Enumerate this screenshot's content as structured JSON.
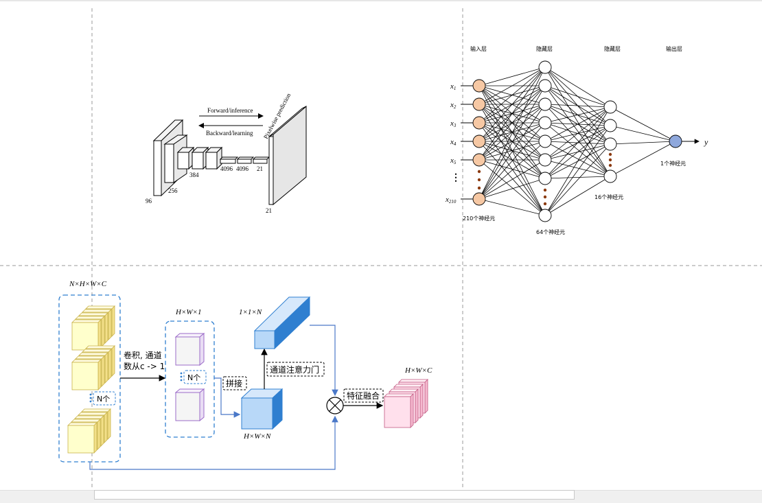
{
  "fcn": {
    "forward_label": "Forward/inference",
    "backward_label": "Backward/learning",
    "pixelwise_label": "Pixelwise prediction",
    "labels": [
      "96",
      "256",
      "384",
      "4096",
      "4096",
      "21",
      "21"
    ]
  },
  "mlp": {
    "layer_titles": [
      "输入层",
      "隐藏层",
      "隐藏层",
      "输出层"
    ],
    "input_labels": [
      "x",
      "x",
      "x",
      "x",
      "x",
      "x"
    ],
    "input_subscripts": [
      "1",
      "2",
      "3",
      "4",
      "5",
      "210"
    ],
    "input_dots": "⋮",
    "output_label": "y",
    "counts": {
      "input": "210个神经元",
      "hidden1": "64个神经元",
      "hidden2": "16个神经元",
      "output": "1个神经元"
    }
  },
  "attention": {
    "dim_nhwc": "N×H×W×C",
    "dim_hw1": "H×W×1",
    "dim_11n": "1×1×N",
    "dim_hwn": "H×W×N",
    "dim_hwc": "H×W×C",
    "conv_label_line1": "卷积, 通道",
    "conv_label_line2": "数从c -> 1",
    "n_copies_1": "N个",
    "n_copies_2": "N个",
    "concat_label": "拼接",
    "gate_label": "通道注意力门",
    "fusion_label": "特征融合"
  },
  "colors": {
    "input_node": "#f6c8a4",
    "output_node": "#8fa8dc",
    "dots": "#8b3a10",
    "yellow_face": "#ffffcc",
    "yellow_side": "#f3e08a",
    "blue_face": "#b8d8f8",
    "blue_side": "#2f7fd0",
    "pink_face": "#ffe0ec",
    "dashed_frame": "#2f7fd0"
  }
}
